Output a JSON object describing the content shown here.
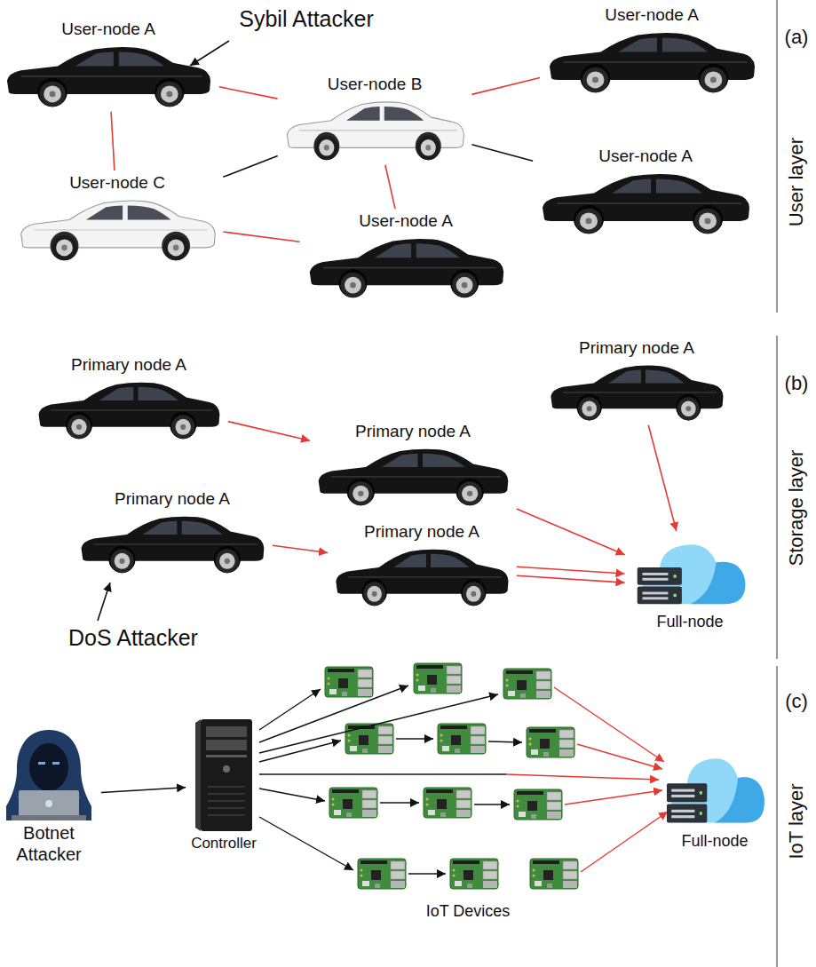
{
  "diagram": {
    "nodes": [
      {
        "text": [
          "User-node A"
        ]
      },
      {
        "text": [
          "User-node B"
        ]
      },
      {
        "text": [
          "User-node A"
        ]
      },
      {
        "text": [
          "User-node A"
        ]
      },
      {
        "text": [
          "User-node C"
        ]
      },
      {
        "text": [
          "User-node A"
        ]
      },
      {
        "text": [
          "Primary node A"
        ]
      },
      {
        "text": [
          "Primary node A"
        ]
      },
      {
        "text": [
          "Primary node A"
        ]
      },
      {
        "text": [
          "Primary node A"
        ]
      },
      {
        "text": [
          "Primary node A"
        ]
      },
      {
        "text": [
          "Full-node"
        ]
      },
      {
        "text": [
          "Botnet Attacker"
        ]
      },
      {
        "text": [
          "Controller"
        ]
      },
      {
        "text": [
          "Full-node"
        ]
      }
    ],
    "edges": [
      {
        "from": 0,
        "to": 1,
        "arrow": "none"
      },
      {
        "from": 0,
        "to": 4,
        "arrow": "none"
      },
      {
        "from": 1,
        "to": 2,
        "arrow": "none"
      },
      {
        "from": 1,
        "to": 3,
        "arrow": "none"
      },
      {
        "from": 4,
        "to": 1,
        "arrow": "none"
      },
      {
        "from": 1,
        "to": 5,
        "arrow": "none"
      },
      {
        "from": 4,
        "to": 5,
        "arrow": "none"
      },
      {
        "from": 6,
        "to": 8,
        "arrow": "to"
      },
      {
        "from": 7,
        "to": 11,
        "arrow": "to"
      },
      {
        "from": 8,
        "to": 11,
        "arrow": "to"
      },
      {
        "from": 9,
        "to": 10,
        "arrow": "to"
      },
      {
        "from": 10,
        "to": 11,
        "arrow": "to"
      },
      {
        "from": 10,
        "to": 11,
        "arrow": "to"
      },
      {
        "from": 12,
        "to": 13,
        "arrow": "to"
      }
    ],
    "labels": [
      "Sybil Attacker",
      "(a)",
      "User layer",
      "(b)",
      "Storage layer",
      "DoS Attacker",
      "(c)",
      "IoT layer",
      "IoT Devices"
    ]
  }
}
